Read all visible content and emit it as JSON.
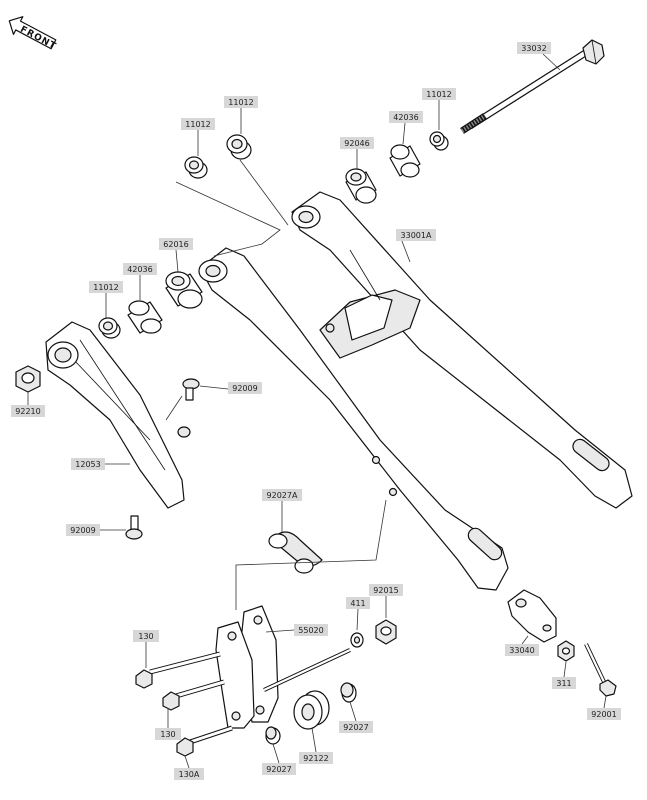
{
  "front_label": "FRONT",
  "labels": [
    {
      "id": "33032",
      "text": "33032"
    },
    {
      "id": "11012a",
      "text": "11012"
    },
    {
      "id": "11012b",
      "text": "11012"
    },
    {
      "id": "11012c",
      "text": "11012"
    },
    {
      "id": "42036a",
      "text": "42036"
    },
    {
      "id": "92046",
      "text": "92046"
    },
    {
      "id": "33001A",
      "text": "33001A"
    },
    {
      "id": "62016",
      "text": "62016"
    },
    {
      "id": "42036b",
      "text": "42036"
    },
    {
      "id": "11012d",
      "text": "11012"
    },
    {
      "id": "92009a",
      "text": "92009"
    },
    {
      "id": "92210",
      "text": "92210"
    },
    {
      "id": "12053",
      "text": "12053"
    },
    {
      "id": "92009b",
      "text": "92009"
    },
    {
      "id": "92027A",
      "text": "92027A"
    },
    {
      "id": "411",
      "text": "411"
    },
    {
      "id": "92015",
      "text": "92015"
    },
    {
      "id": "55020",
      "text": "55020"
    },
    {
      "id": "130a",
      "text": "130"
    },
    {
      "id": "33040",
      "text": "33040"
    },
    {
      "id": "311",
      "text": "311"
    },
    {
      "id": "130b",
      "text": "130"
    },
    {
      "id": "92027a",
      "text": "92027"
    },
    {
      "id": "92001",
      "text": "92001"
    },
    {
      "id": "130A",
      "text": "130A"
    },
    {
      "id": "92027b",
      "text": "92027"
    },
    {
      "id": "92122",
      "text": "92122"
    }
  ]
}
